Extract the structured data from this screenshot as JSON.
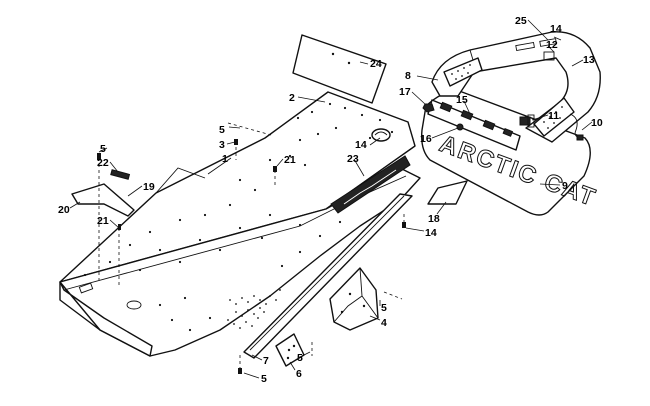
{
  "callouts": [
    {
      "id": "c25",
      "label": "25"
    },
    {
      "id": "c14a",
      "label": "14"
    },
    {
      "id": "c12",
      "label": "12"
    },
    {
      "id": "c13",
      "label": "13"
    },
    {
      "id": "c24",
      "label": "24"
    },
    {
      "id": "c8",
      "label": "8"
    },
    {
      "id": "c17",
      "label": "17"
    },
    {
      "id": "c15",
      "label": "15"
    },
    {
      "id": "c11",
      "label": "11"
    },
    {
      "id": "c10",
      "label": "10"
    },
    {
      "id": "c16",
      "label": "16"
    },
    {
      "id": "c2",
      "label": "2"
    },
    {
      "id": "c5a",
      "label": "5"
    },
    {
      "id": "c3",
      "label": "3"
    },
    {
      "id": "c1",
      "label": "1"
    },
    {
      "id": "c14b",
      "label": "14"
    },
    {
      "id": "c23",
      "label": "23"
    },
    {
      "id": "c21a",
      "label": "21"
    },
    {
      "id": "c5b",
      "label": "5"
    },
    {
      "id": "c22",
      "label": "22"
    },
    {
      "id": "c19",
      "label": "19"
    },
    {
      "id": "c20",
      "label": "20"
    },
    {
      "id": "c21b",
      "label": "21"
    },
    {
      "id": "c9",
      "label": "9"
    },
    {
      "id": "c18",
      "label": "18"
    },
    {
      "id": "c14c",
      "label": "14"
    },
    {
      "id": "c5c",
      "label": "5"
    },
    {
      "id": "c4",
      "label": "4"
    },
    {
      "id": "c5d",
      "label": "5"
    },
    {
      "id": "c6",
      "label": "6"
    },
    {
      "id": "c7",
      "label": "7"
    },
    {
      "id": "c5e",
      "label": "5"
    }
  ],
  "logo_text": "ARCTIC CAT"
}
